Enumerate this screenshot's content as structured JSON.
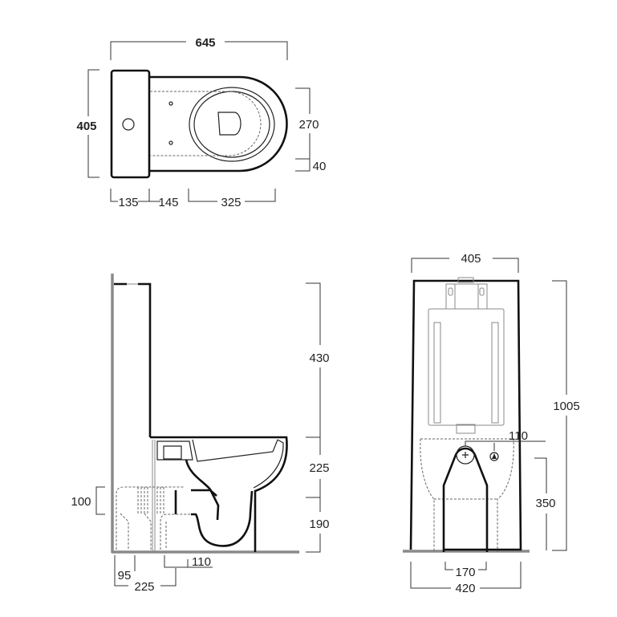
{
  "top_view": {
    "overall_length": "645",
    "overall_width": "405",
    "seat_depth": "270",
    "rear_offset": "40",
    "tank_depth": "135",
    "gap_to_seat": "145",
    "seat_length": "325"
  },
  "side_view": {
    "tank_height": "430",
    "bowl_height": "225",
    "base_height": "190",
    "inlet_height": "100",
    "outlet_diameter": "110",
    "wall_to_outlet_axis": "95",
    "wall_to_outlet_far": "225"
  },
  "front_view": {
    "top_width": "405",
    "total_height": "1005",
    "outlet_diameter": "110",
    "outlet_height": "350",
    "foot_spacing": "170",
    "base_width": "420"
  }
}
